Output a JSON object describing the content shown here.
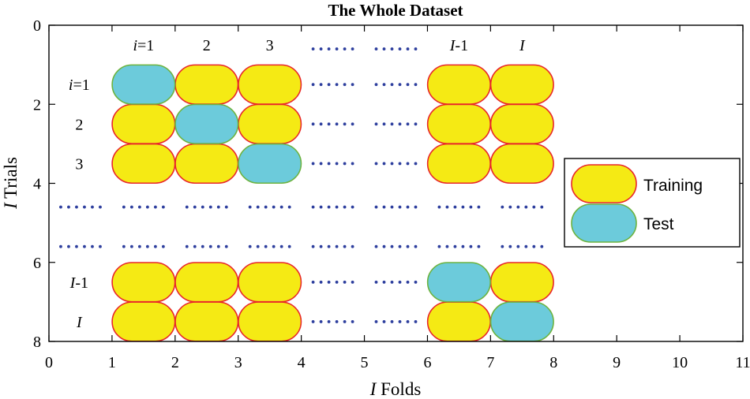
{
  "chart_data": {
    "type": "scatter",
    "title": "The Whole Dataset",
    "xlabel": {
      "italic": "I",
      "rest": " Folds"
    },
    "ylabel": {
      "italic": "I",
      "rest": " Trials"
    },
    "xlim": [
      0,
      11
    ],
    "ylim": [
      0,
      8
    ],
    "y_reversed": true,
    "xticks": [
      0,
      1,
      2,
      3,
      4,
      5,
      6,
      7,
      8,
      9,
      10,
      11
    ],
    "yticks": [
      0,
      2,
      4,
      6,
      8
    ],
    "grid": false,
    "legend_position": "right",
    "colors": {
      "training_fill": "#f5ea14",
      "training_edge": "#e8262a",
      "test_fill": "#6ccbdb",
      "test_edge": "#6db33f",
      "dots": "#2e3f9e"
    },
    "series": [
      {
        "name": "Training",
        "points": [
          [
            2.5,
            1.5
          ],
          [
            3.5,
            1.5
          ],
          [
            6.5,
            1.5
          ],
          [
            7.5,
            1.5
          ],
          [
            1.5,
            2.5
          ],
          [
            3.5,
            2.5
          ],
          [
            6.5,
            2.5
          ],
          [
            7.5,
            2.5
          ],
          [
            1.5,
            3.5
          ],
          [
            2.5,
            3.5
          ],
          [
            6.5,
            3.5
          ],
          [
            7.5,
            3.5
          ],
          [
            1.5,
            6.5
          ],
          [
            2.5,
            6.5
          ],
          [
            3.5,
            6.5
          ],
          [
            7.5,
            6.5
          ],
          [
            1.5,
            7.5
          ],
          [
            2.5,
            7.5
          ],
          [
            3.5,
            7.5
          ],
          [
            6.5,
            7.5
          ]
        ]
      },
      {
        "name": "Test",
        "points": [
          [
            1.5,
            1.5
          ],
          [
            2.5,
            2.5
          ],
          [
            3.5,
            3.5
          ],
          [
            6.5,
            6.5
          ],
          [
            7.5,
            7.5
          ]
        ]
      }
    ],
    "ellipsis_points": [
      [
        4.5,
        1.5
      ],
      [
        5.5,
        1.5
      ],
      [
        4.5,
        2.5
      ],
      [
        5.5,
        2.5
      ],
      [
        4.5,
        3.5
      ],
      [
        5.5,
        3.5
      ],
      [
        0.5,
        4.6
      ],
      [
        1.5,
        4.6
      ],
      [
        2.5,
        4.6
      ],
      [
        3.5,
        4.6
      ],
      [
        4.5,
        4.6
      ],
      [
        5.5,
        4.6
      ],
      [
        6.5,
        4.6
      ],
      [
        7.5,
        4.6
      ],
      [
        0.5,
        5.6
      ],
      [
        1.5,
        5.6
      ],
      [
        2.5,
        5.6
      ],
      [
        3.5,
        5.6
      ],
      [
        4.5,
        5.6
      ],
      [
        5.5,
        5.6
      ],
      [
        6.5,
        5.6
      ],
      [
        7.5,
        5.6
      ],
      [
        4.5,
        6.5
      ],
      [
        5.5,
        6.5
      ],
      [
        4.5,
        7.5
      ],
      [
        5.5,
        7.5
      ],
      [
        4.5,
        0.6
      ],
      [
        5.5,
        0.6
      ]
    ],
    "annotations": [
      {
        "x": 1.5,
        "y": 0.5,
        "parts": [
          {
            "t": "i",
            "i": true
          },
          {
            "t": "=1",
            "i": false
          }
        ]
      },
      {
        "x": 2.5,
        "y": 0.5,
        "parts": [
          {
            "t": "2",
            "i": false
          }
        ]
      },
      {
        "x": 3.5,
        "y": 0.5,
        "parts": [
          {
            "t": "3",
            "i": false
          }
        ]
      },
      {
        "x": 6.5,
        "y": 0.5,
        "parts": [
          {
            "t": "I",
            "i": true
          },
          {
            "t": "-1",
            "i": false
          }
        ]
      },
      {
        "x": 7.5,
        "y": 0.5,
        "parts": [
          {
            "t": "I",
            "i": true
          }
        ]
      },
      {
        "x": 0.48,
        "y": 1.5,
        "parts": [
          {
            "t": "i",
            "i": true
          },
          {
            "t": "=1",
            "i": false
          }
        ]
      },
      {
        "x": 0.48,
        "y": 2.5,
        "parts": [
          {
            "t": "2",
            "i": false
          }
        ]
      },
      {
        "x": 0.48,
        "y": 3.5,
        "parts": [
          {
            "t": "3",
            "i": false
          }
        ]
      },
      {
        "x": 0.48,
        "y": 6.5,
        "parts": [
          {
            "t": "I",
            "i": true
          },
          {
            "t": "-1",
            "i": false
          }
        ]
      },
      {
        "x": 0.48,
        "y": 7.5,
        "parts": [
          {
            "t": "I",
            "i": true
          }
        ]
      }
    ]
  }
}
